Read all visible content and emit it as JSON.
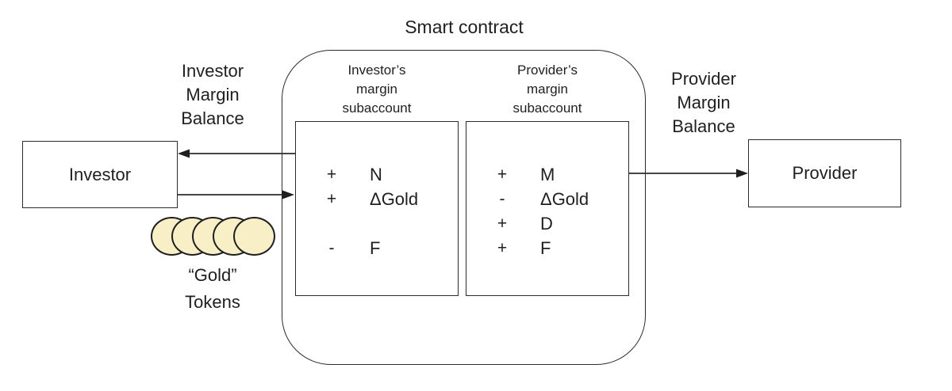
{
  "title": "Smart contract",
  "investor": {
    "label": "Investor",
    "balance_label": "Investor\nMargin\nBalance"
  },
  "provider": {
    "label": "Provider",
    "balance_label": "Provider\nMargin\nBalance"
  },
  "tokens": {
    "label": "“Gold”\nTokens",
    "count": 5,
    "fill": "#f8efc7"
  },
  "subaccounts": {
    "investor": {
      "title": "Investor’s\nmargin\nsubaccount",
      "entries": [
        {
          "sign": "+",
          "term": "N"
        },
        {
          "sign": "+",
          "term": "ΔGold"
        },
        {
          "sign": "",
          "term": ""
        },
        {
          "sign": "-",
          "term": "F"
        }
      ]
    },
    "provider": {
      "title": "Provider’s\nmargin\nsubaccount",
      "entries": [
        {
          "sign": "+",
          "term": "M"
        },
        {
          "sign": "-",
          "term": "ΔGold"
        },
        {
          "sign": "+",
          "term": "D"
        },
        {
          "sign": "+",
          "term": "F"
        }
      ]
    }
  },
  "colors": {
    "stroke": "#2b2b2b",
    "token_fill": "#f8efc7"
  }
}
